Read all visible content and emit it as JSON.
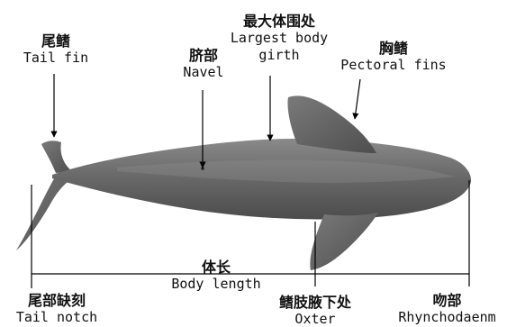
{
  "labels": {
    "tail_fin": {
      "zh": "尾鳍",
      "en": "Tail fin"
    },
    "navel": {
      "zh": "脐部",
      "en": "Navel"
    },
    "largest_girth": {
      "zh": "最大体围处",
      "en": "Largest body",
      "en2": "girth"
    },
    "pectoral_fins": {
      "zh": "胸鳍",
      "en": "Pectoral fins"
    },
    "body_length": {
      "zh": "体长",
      "en": "Body length"
    },
    "tail_notch": {
      "zh": "尾部缺刻",
      "en": "Tail notch"
    },
    "oxter": {
      "zh": "鳍肢腋下处",
      "en": "Oxter"
    },
    "rhynchodaenm": {
      "zh": "吻部",
      "en": "Rhynchodaenm"
    }
  },
  "colors": {
    "body": "#6f6f6f",
    "body_dark": "#4a4a4a",
    "body_light": "#9a9a9a",
    "line": "#000000"
  }
}
